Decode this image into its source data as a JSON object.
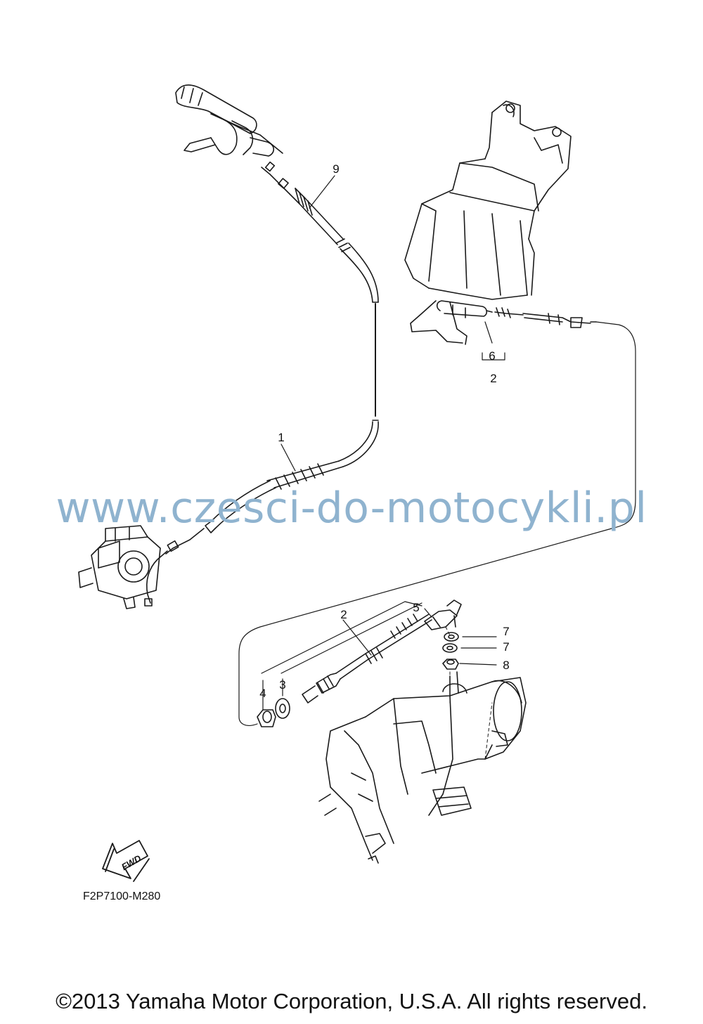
{
  "callouts": [
    {
      "id": "1",
      "label": "1"
    },
    {
      "id": "2a",
      "label": "2"
    },
    {
      "id": "2b",
      "label": "2"
    },
    {
      "id": "3",
      "label": "3"
    },
    {
      "id": "4",
      "label": "4"
    },
    {
      "id": "5",
      "label": "5"
    },
    {
      "id": "6",
      "label": "6"
    },
    {
      "id": "7a",
      "label": "7"
    },
    {
      "id": "7b",
      "label": "7"
    },
    {
      "id": "8",
      "label": "8"
    },
    {
      "id": "9",
      "label": "9"
    }
  ],
  "fwd_arrow": {
    "label": "FWD"
  },
  "diagram_code": "F2P7100-M280",
  "watermark": "www.czesci-do-motocykli.pl",
  "copyright": "©2013 Yamaha Motor Corporation, U.S.A. All rights reserved.",
  "colors": {
    "line": "#1a1a1a",
    "watermark": "#8fb3cf"
  }
}
